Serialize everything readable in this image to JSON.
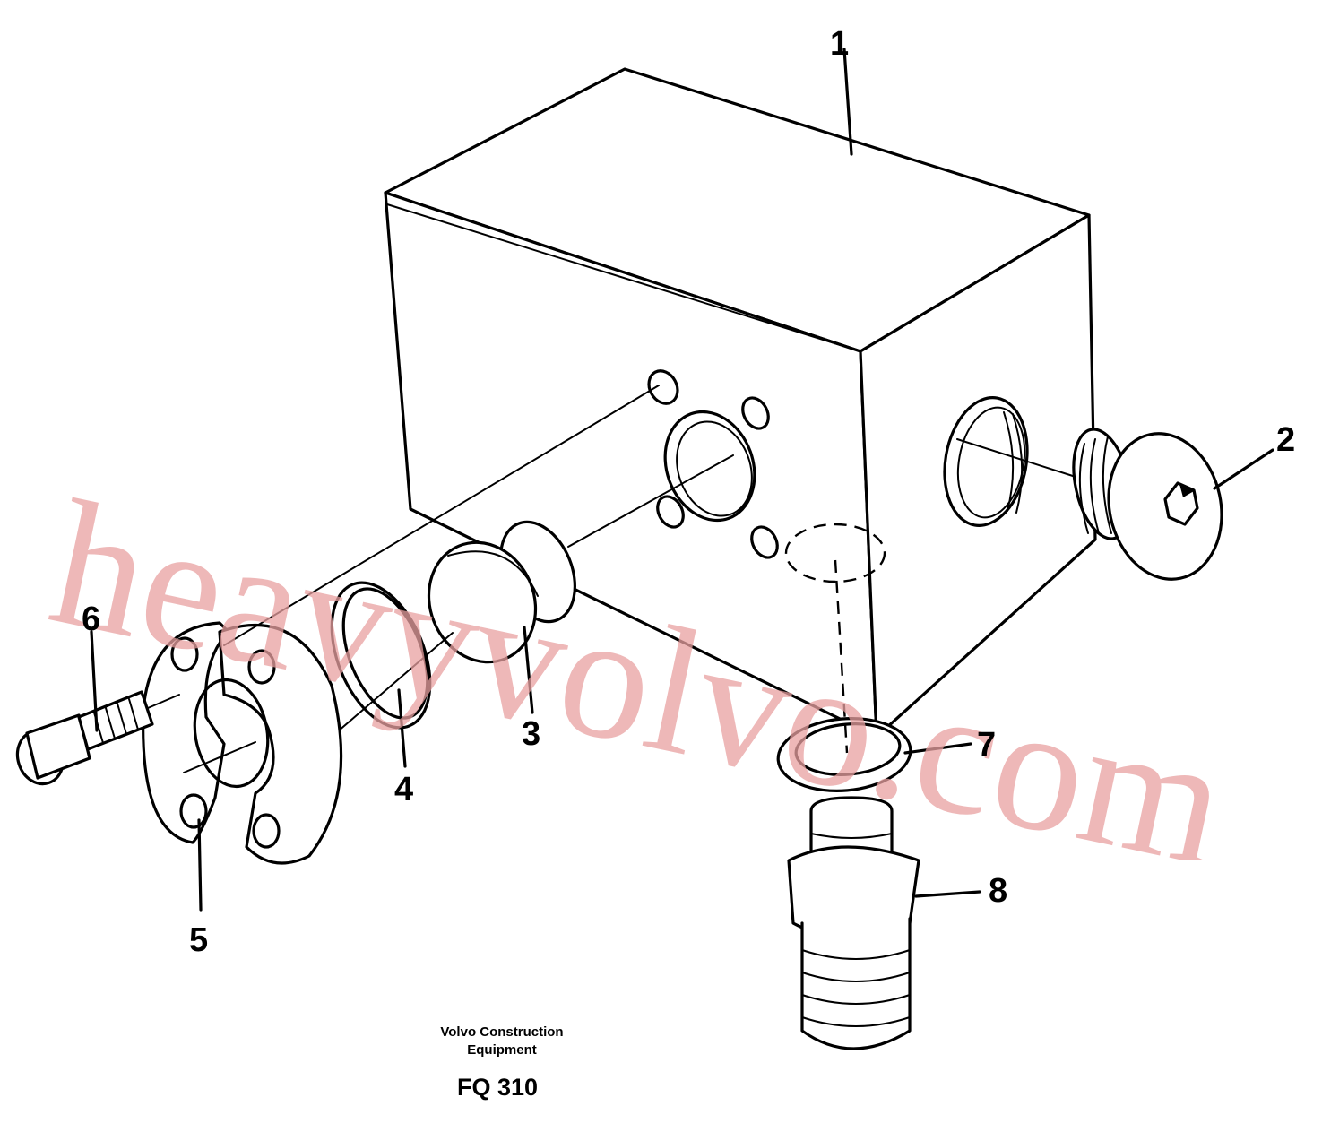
{
  "callouts": {
    "c1": "1",
    "c2": "2",
    "c3": "3",
    "c4": "4",
    "c5": "5",
    "c6": "6",
    "c7": "7",
    "c8": "8"
  },
  "caption": {
    "line1": "Volvo Construction",
    "line2": "Equipment",
    "code": "FQ 310"
  },
  "watermark": {
    "text": "heavyvolvo.com",
    "color": "#e8a0a0"
  },
  "colors": {
    "line": "#000000",
    "background": "#ffffff"
  }
}
